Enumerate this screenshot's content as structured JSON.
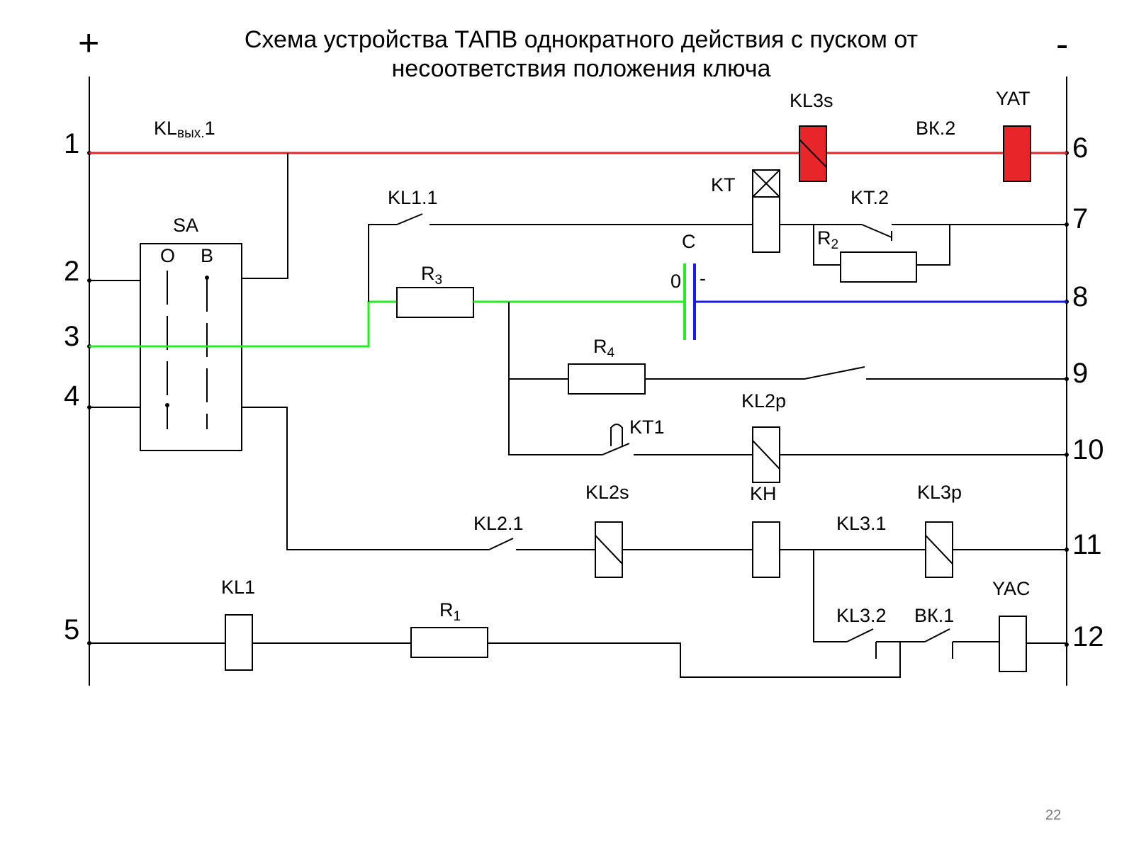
{
  "title": {
    "line1": "Схема устройства ТАПВ однократного действия с пуском от",
    "line2": "несоответствия положения ключа"
  },
  "polarity": {
    "plus": "+",
    "minus": "-"
  },
  "left_terminals": [
    "1",
    "2",
    "3",
    "4",
    "5"
  ],
  "right_terminals": [
    "6",
    "7",
    "8",
    "9",
    "10",
    "11",
    "12"
  ],
  "labels": {
    "kl_out": {
      "main": "KL",
      "sub": "вых.",
      "tail": "1"
    },
    "sa": "SA",
    "sa_o": "О",
    "sa_b": "В",
    "kl3s": "KL3s",
    "yat": "YAT",
    "vk2": "ВК.2",
    "kt": "KT",
    "kl1_1": "KL1.1",
    "kt_2": "KT.2",
    "c": "C",
    "c_zero": "0",
    "c_minus": "-",
    "r2": {
      "main": "R",
      "sub": "2"
    },
    "r3": {
      "main": "R",
      "sub": "3"
    },
    "r4": {
      "main": "R",
      "sub": "4"
    },
    "r1": {
      "main": "R",
      "sub": "1"
    },
    "kl2p": "KL2p",
    "kt1": "KT1",
    "kl2s": "KL2s",
    "kh": "KH",
    "kl3p": "KL3p",
    "kl2_1": "KL2.1",
    "kl3_1": "KL3.1",
    "kl1": "KL1",
    "yac": "YAC",
    "kl3_2": "KL3.2",
    "vk1": "ВК.1"
  },
  "colors": {
    "line": "#000000",
    "red_circuit": "#e8262a",
    "green_circuit": "#22ee22",
    "blue_circuit": "#1a1aee"
  },
  "page_number": "22"
}
